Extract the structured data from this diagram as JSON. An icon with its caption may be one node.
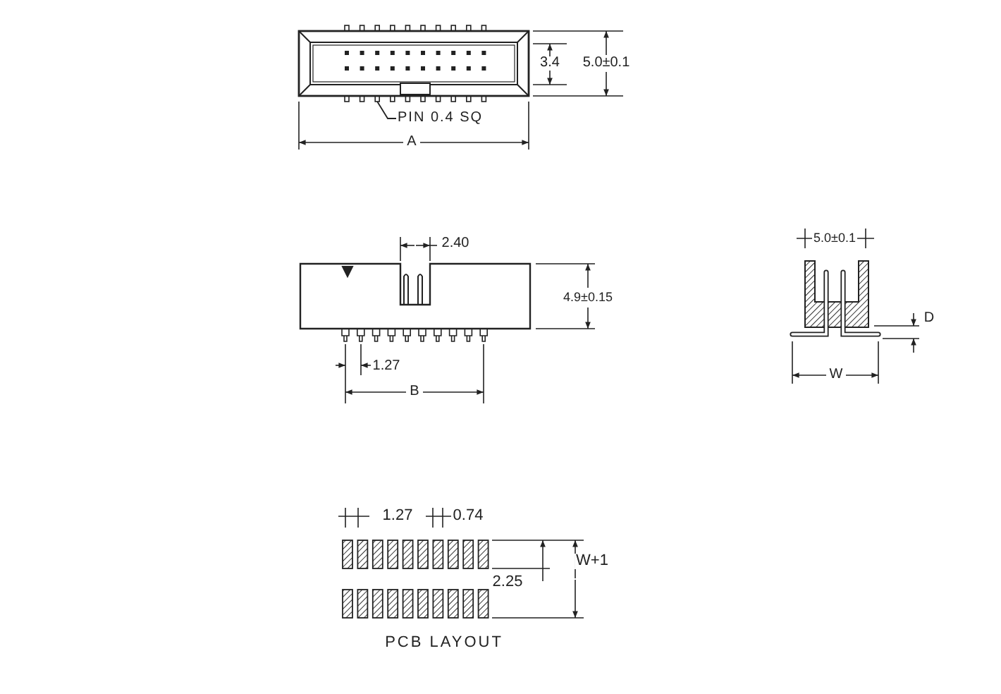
{
  "diagram": {
    "nodes": [
      {
        "text": [
          "PIN 0.4 SQ"
        ]
      },
      {
        "text": [],
        "shape": "box"
      }
    ],
    "edges": [
      {
        "from": 0,
        "to": 1,
        "arrow": "none"
      }
    ],
    "labels": [
      "3.4",
      "5.0±0.1",
      "A",
      "2.40",
      "4.9±0.15",
      "1.27",
      "B",
      "5.0±0.1",
      "D",
      "W",
      "1.27",
      "0.74",
      "2.25",
      "W+1",
      "PCB LAYOUT"
    ]
  }
}
